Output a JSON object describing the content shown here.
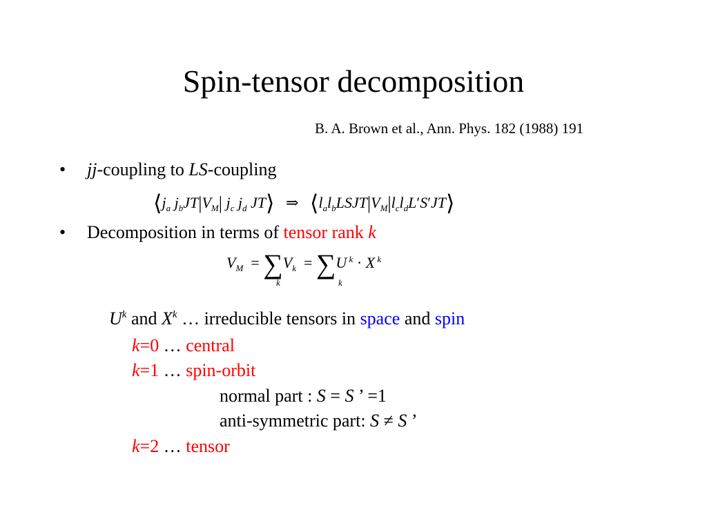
{
  "slide": {
    "title": "Spin-tensor decomposition",
    "reference": "B. A. Brown et al., Ann. Phys. 182 (1988) 191",
    "bullet_char": "•",
    "bullet1": {
      "italic1": "jj",
      "text1": "-coupling to ",
      "italic2": "LS",
      "text2": "-coupling"
    },
    "bullet2": {
      "text": "Decomposition in terms of ",
      "red_text": "tensor rank ",
      "red_italic": "k"
    },
    "equation1": {
      "arrow": "⇒"
    },
    "equation2": {
      "sum_index": "k"
    },
    "description": {
      "u": "U",
      "k": "k",
      "and": " and ",
      "x": "X",
      "middle": " … irreducible tensors in ",
      "space": "space",
      "and2": " and ",
      "spin": "spin"
    },
    "ranks": [
      {
        "k": "k",
        "eq": "=0",
        "dots": " … ",
        "label": "central"
      },
      {
        "k": "k",
        "eq": "=1",
        "dots": " … ",
        "label": "spin-orbit"
      },
      {
        "k": "k",
        "eq": "=2",
        "dots": " … ",
        "label": "tensor"
      }
    ],
    "normal_part": {
      "text": "normal part : ",
      "s1": "S",
      "eq": " = ",
      "s2": "S",
      "tail": " ’ =1"
    },
    "anti_part": {
      "text": "anti-symmetric part: ",
      "s1": "S",
      "neq": " ≠ ",
      "s2": "S",
      "tail": " ’"
    }
  }
}
